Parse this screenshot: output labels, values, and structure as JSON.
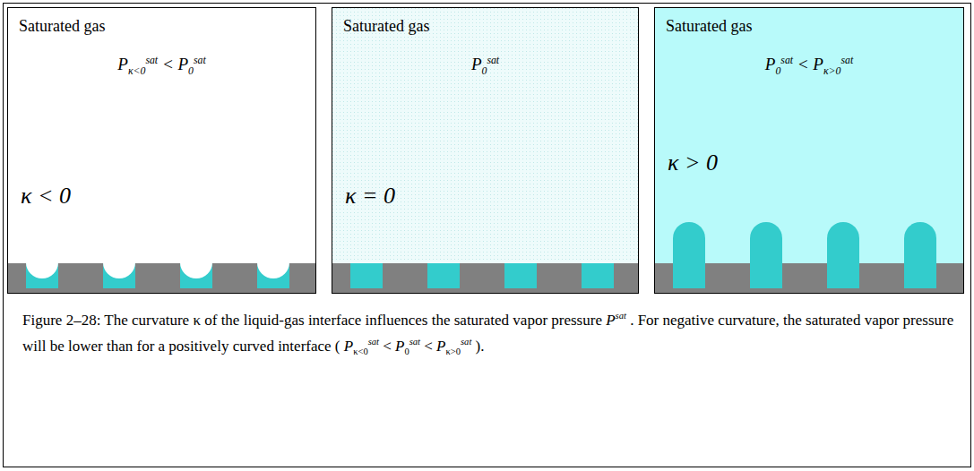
{
  "diagram": {
    "caption": "Figure 2–28: The curvature κ of the liquid-gas interface influences the saturated vapor pressure Psat . For negative curvature, the saturated vapor pressure will be lower than for a positively curved interface ( Pκ<0sat < P0sat < Pκ>0sat ).",
    "nodes": [
      {
        "text": [
          "Saturated gas",
          "Pκ<0sat < P0sat",
          "κ < 0"
        ]
      },
      {
        "text": [
          "Saturated gas",
          "P0sat",
          "κ = 0"
        ]
      },
      {
        "text": [
          "Saturated gas",
          "P0sat < Pκ>0sat",
          "κ > 0"
        ]
      }
    ]
  }
}
